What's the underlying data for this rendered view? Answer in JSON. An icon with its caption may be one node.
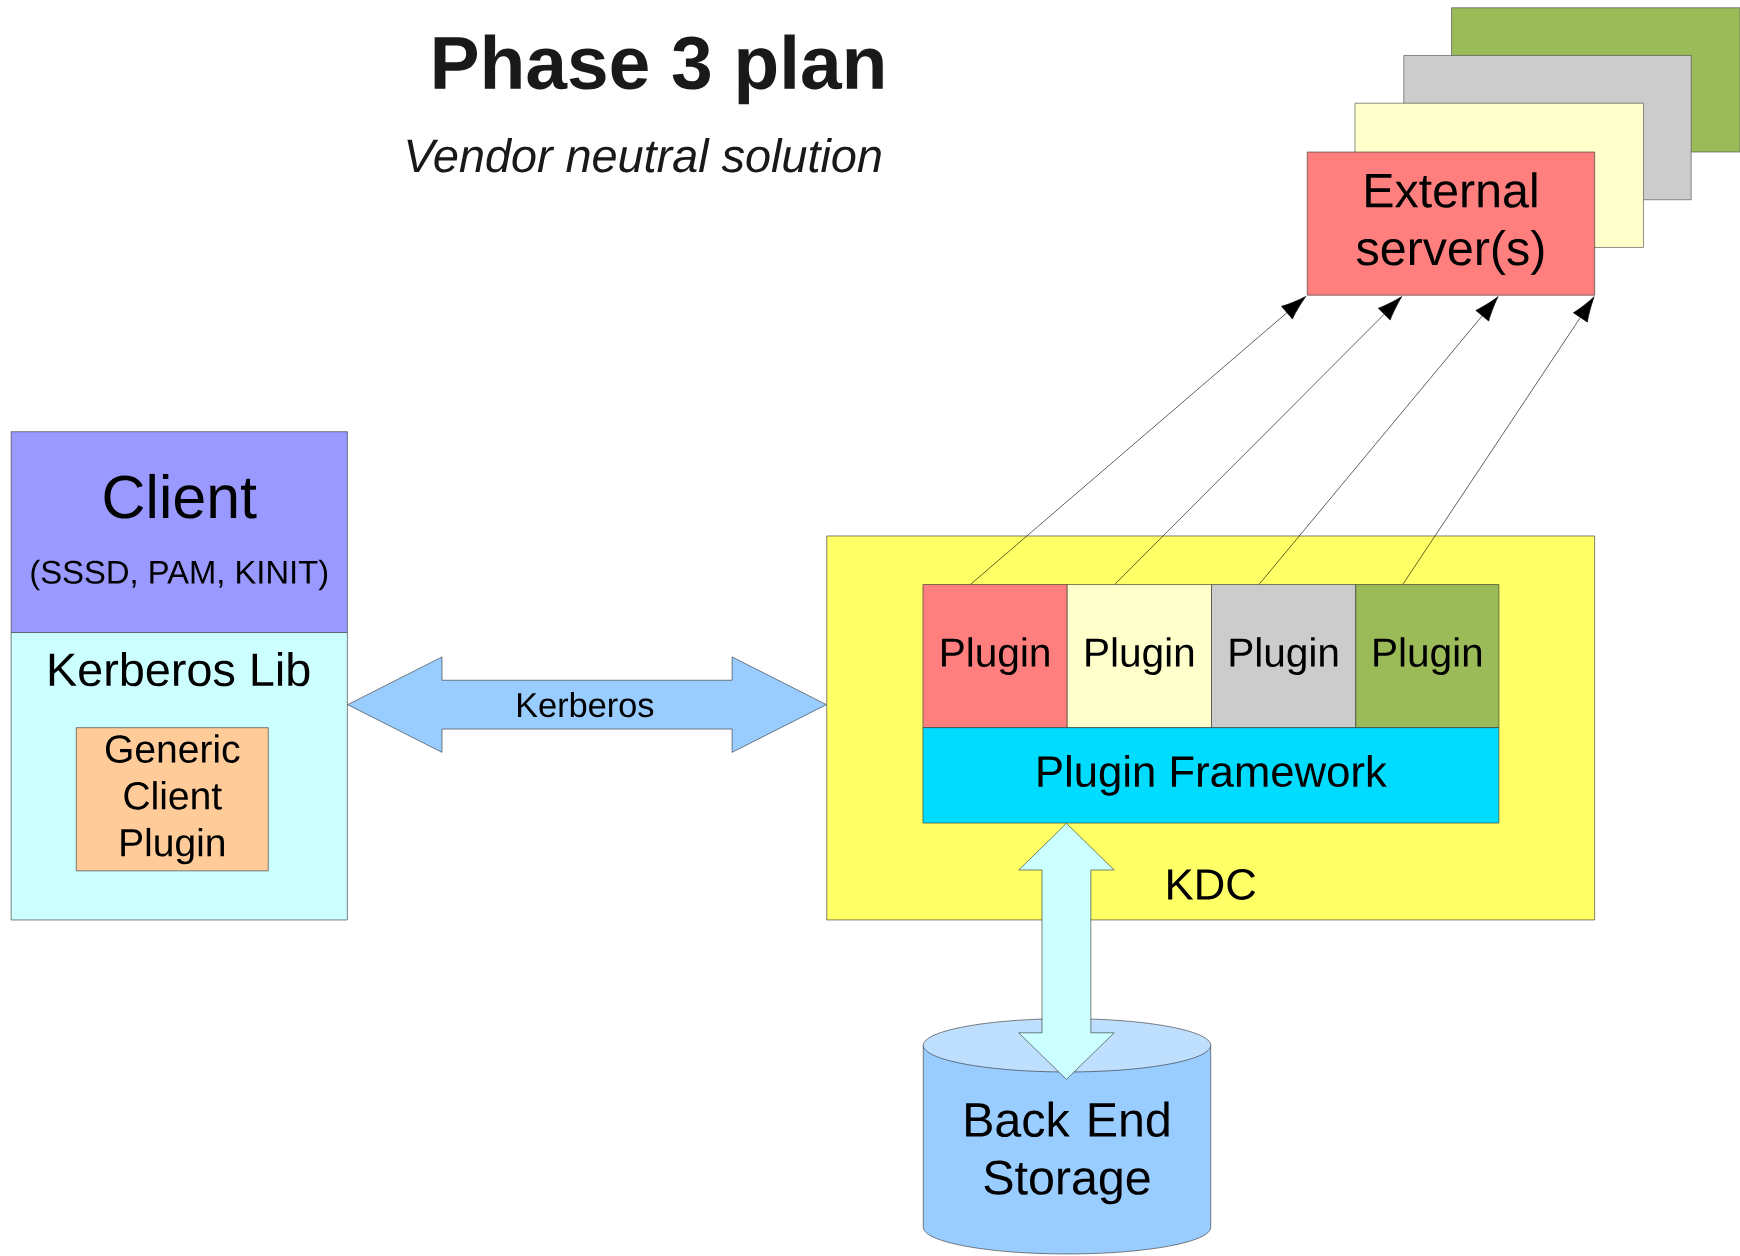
{
  "diagram": {
    "title": "Phase 3 plan",
    "nodes": [
      {
        "text": [
          "Client",
          "(SSSD, PAM, KINIT)"
        ]
      },
      {
        "text": [
          "Kerberos Lib"
        ]
      },
      {
        "text": [
          "Generic Client Plugin"
        ],
        "in": 1
      },
      {
        "text": [
          "KDC"
        ]
      },
      {
        "text": [
          "Plugin"
        ],
        "in": 3
      },
      {
        "text": [
          "Plugin"
        ],
        "in": 3
      },
      {
        "text": [
          "Plugin"
        ],
        "in": 3
      },
      {
        "text": [
          "Plugin"
        ],
        "in": 3
      },
      {
        "text": [
          "Plugin Framework"
        ],
        "in": 3
      },
      {
        "text": [
          "External server(s)"
        ]
      },
      {
        "text": [
          "Back End Storage"
        ]
      }
    ],
    "edges": [
      {
        "from": 1,
        "to": 3,
        "arrow": "both",
        "label": "Kerberos",
        "style": "thick",
        "color": "#99ccff"
      },
      {
        "from": 4,
        "to": 9,
        "arrow": "to"
      },
      {
        "from": 5,
        "to": 9,
        "arrow": "to"
      },
      {
        "from": 6,
        "to": 9,
        "arrow": "to"
      },
      {
        "from": 7,
        "to": 9,
        "arrow": "to"
      },
      {
        "from": 8,
        "to": 10,
        "arrow": "both",
        "style": "thick",
        "color": "#ccffff"
      }
    ],
    "labels": [
      "Vendor neutral solution"
    ]
  }
}
